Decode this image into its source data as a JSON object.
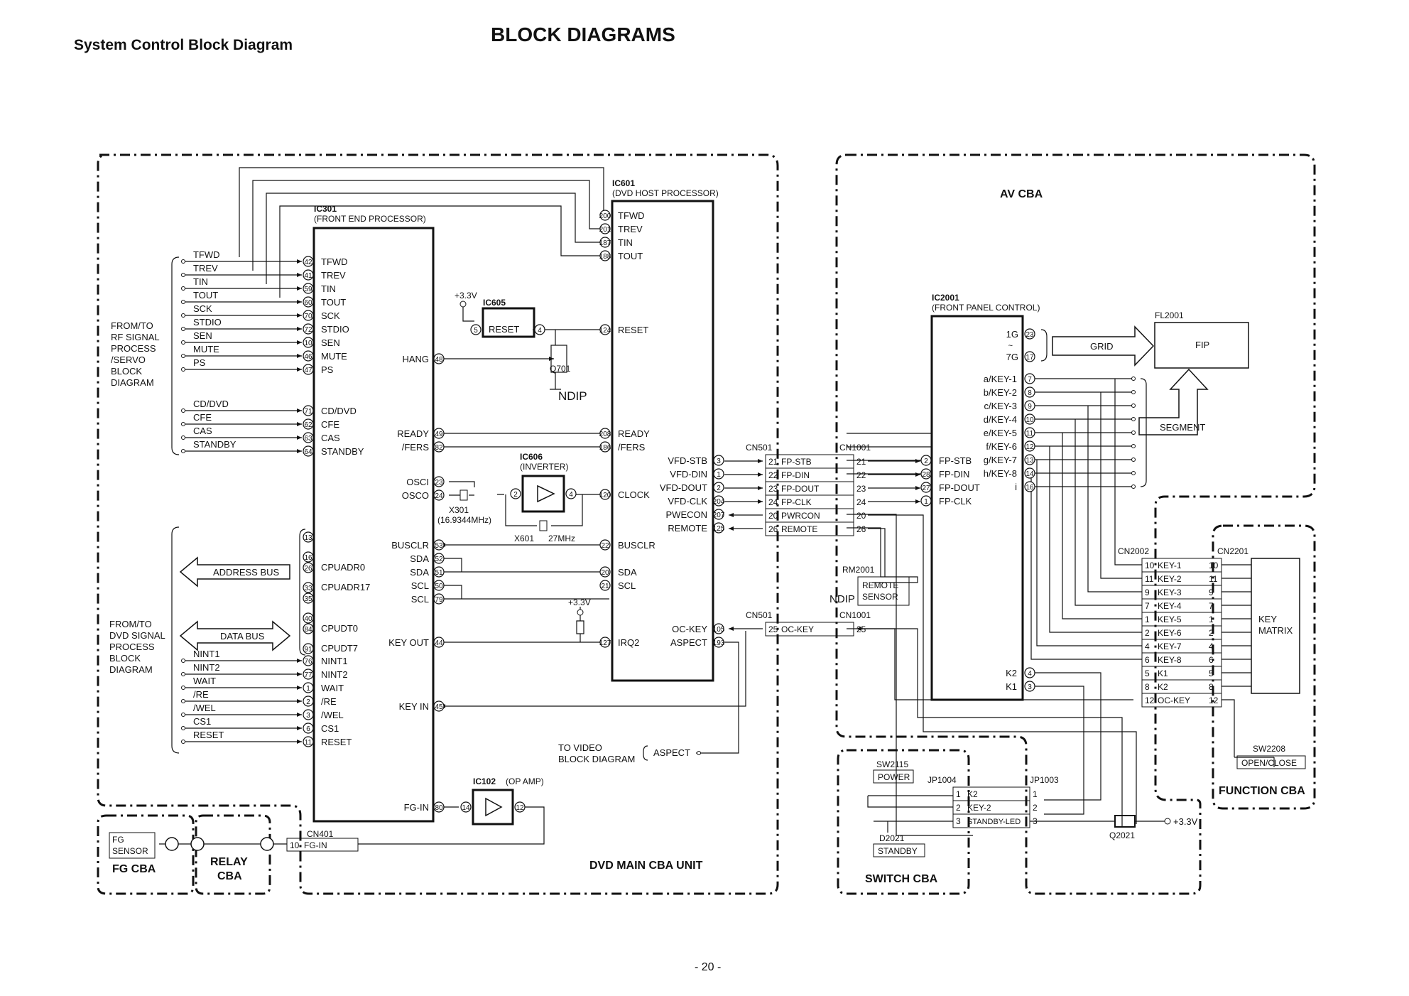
{
  "header": {
    "section_title": "System Control Block Diagram",
    "main_title": "BLOCK DIAGRAMS",
    "page_number": "- 20 -"
  },
  "boards": {
    "dvd_main": "DVD MAIN CBA UNIT",
    "av": "AV CBA",
    "fg": "FG CBA",
    "relay": "RELAY CBA",
    "switch": "SWITCH CBA",
    "function": "FUNCTION CBA"
  },
  "notes": {
    "rf_group": [
      "FROM/TO",
      "RF SIGNAL",
      "PROCESS",
      "/SERVO",
      "BLOCK",
      "DIAGRAM"
    ],
    "dvd_group": [
      "FROM/TO",
      "DVD SIGNAL",
      "PROCESS",
      "BLOCK",
      "DIAGRAM"
    ],
    "video_group": [
      "TO VIDEO",
      "BLOCK DIAGRAM"
    ],
    "address_bus": "ADDRESS BUS",
    "data_bus": "DATA BUS",
    "grid": "GRID",
    "segment": "SEGMENT",
    "watermark": "NDIP"
  },
  "ic301": {
    "ref": "IC301",
    "name": "(FRONT END PROCESSOR)",
    "pins_left": [
      {
        "pin": "42",
        "label": "TFWD",
        "ext": "TFWD"
      },
      {
        "pin": "41",
        "label": "TREV",
        "ext": "TREV"
      },
      {
        "pin": "59",
        "label": "TIN",
        "ext": "TIN"
      },
      {
        "pin": "60",
        "label": "TOUT",
        "ext": "TOUT"
      },
      {
        "pin": "70",
        "label": "SCK",
        "ext": "SCK"
      },
      {
        "pin": "72",
        "label": "STDIO",
        "ext": "STDIO"
      },
      {
        "pin": "10",
        "label": "SEN",
        "ext": "SEN"
      },
      {
        "pin": "46",
        "label": "MUTE",
        "ext": "MUTE"
      },
      {
        "pin": "47",
        "label": "PS",
        "ext": "PS"
      },
      {
        "pin": "71",
        "label": "CD/DVD",
        "ext": "CD/DVD"
      },
      {
        "pin": "62",
        "label": "CFE",
        "ext": "CFE"
      },
      {
        "pin": "63",
        "label": "CAS",
        "ext": "CAS"
      },
      {
        "pin": "64",
        "label": "STANDBY",
        "ext": "STANDBY"
      },
      {
        "pin": "76",
        "label": "NINT1",
        "ext": "NINT1"
      },
      {
        "pin": "77",
        "label": "NINT2",
        "ext": "NINT2"
      },
      {
        "pin": "1",
        "label": "WAIT",
        "ext": "WAIT"
      },
      {
        "pin": "2",
        "label": "/RE",
        "ext": "/RE"
      },
      {
        "pin": "3",
        "label": "/WEL",
        "ext": "/WEL"
      },
      {
        "pin": "6",
        "label": "CS1",
        "ext": "CS1"
      },
      {
        "pin": "11",
        "label": "RESET",
        "ext": "RESET"
      }
    ],
    "addr_pins": [
      "13",
      "16",
      "26",
      "33",
      "35",
      "40"
    ],
    "addr_labels": [
      "CPUADR0",
      "CPUADR17"
    ],
    "data_pins": [
      "84",
      "91"
    ],
    "data_labels": [
      "CPUDT0",
      "CPUDT7"
    ],
    "pins_right": [
      {
        "pin": "48",
        "label": "HANG"
      },
      {
        "pin": "49",
        "label": "READY"
      },
      {
        "pin": "82",
        "label": "/FERS"
      },
      {
        "pin": "23",
        "label": "OSCI"
      },
      {
        "pin": "24",
        "label": "OSCO"
      },
      {
        "pin": "53",
        "label": "BUSCLR"
      },
      {
        "pin": "52",
        "label": "SDA"
      },
      {
        "pin": "51",
        "label": "SDA"
      },
      {
        "pin": "50",
        "label": "SCL"
      },
      {
        "pin": "79",
        "label": "SCL"
      },
      {
        "pin": "44",
        "label": "KEY  OUT"
      },
      {
        "pin": "45",
        "label": "KEY  IN"
      },
      {
        "pin": "80",
        "label": "FG-IN"
      }
    ]
  },
  "ic601": {
    "ref": "IC601",
    "name": "(DVD HOST PROCESSOR)",
    "pins_left": [
      {
        "pin": "200",
        "label": "TFWD"
      },
      {
        "pin": "201",
        "label": "TREV"
      },
      {
        "pin": "187",
        "label": "TIN"
      },
      {
        "pin": "188",
        "label": "TOUT"
      },
      {
        "pin": "124",
        "label": "RESET"
      },
      {
        "pin": "208",
        "label": "READY"
      },
      {
        "pin": "186",
        "label": "/FERS"
      },
      {
        "pin": "120",
        "label": "CLOCK"
      },
      {
        "pin": "22",
        "label": "BUSCLR"
      },
      {
        "pin": "20",
        "label": "SDA"
      },
      {
        "pin": "21",
        "label": "SCL"
      },
      {
        "pin": "127",
        "label": "IRQ2"
      }
    ],
    "pins_right": [
      {
        "pin": "3",
        "label": "VFD-STB"
      },
      {
        "pin": "1",
        "label": "VFD-DIN"
      },
      {
        "pin": "2",
        "label": "VFD-DOUT"
      },
      {
        "pin": "204",
        "label": "VFD-CLK"
      },
      {
        "pin": "207",
        "label": "PWECON"
      },
      {
        "pin": "125",
        "label": "REMOTE"
      },
      {
        "pin": "105",
        "label": "OC-KEY"
      },
      {
        "pin": "193",
        "label": "ASPECT"
      }
    ]
  },
  "ic605": {
    "ref": "IC605",
    "label": "RESET",
    "pin_in": "5",
    "pin_out": "4",
    "supply": "+3.3V"
  },
  "ic606": {
    "ref": "IC606",
    "name": "(INVERTER)",
    "pin_in": "2",
    "pin_out": "4"
  },
  "ic102": {
    "ref": "IC102",
    "name": "(OP AMP)",
    "pin_in": "14",
    "pin_out": "12"
  },
  "parts": {
    "q701": "Q701",
    "x301": "X301",
    "x301_freq": "(16.9344MHz)",
    "x601": "X601",
    "x601_freq": "27MHz",
    "supply_3v3": "+3.3V",
    "aspect": "ASPECT",
    "rm2001": "RM2001",
    "remote_sensor": [
      "REMOTE",
      "SENSOR"
    ],
    "fl2001": "FL2001",
    "fip": "FIP",
    "key_matrix": [
      "KEY",
      "MATRIX"
    ],
    "sw2208": "SW2208",
    "open_close": "OPEN/CLOSE",
    "sw2115": "SW2115",
    "power": "POWER",
    "d2021": "D2021",
    "standby": "STANDBY",
    "q2021": "Q2021",
    "fg_sensor": [
      "FG",
      "SENSOR"
    ],
    "cn401": "CN401",
    "cn401_pin": "10",
    "cn401_label": "FG-IN"
  },
  "cn501_top": {
    "ref": "CN501",
    "rows": [
      {
        "pin": "21",
        "label": "FP-STB"
      },
      {
        "pin": "22",
        "label": "FP-DIN"
      },
      {
        "pin": "23",
        "label": "FP-DOUT"
      },
      {
        "pin": "24",
        "label": "FP-CLK"
      },
      {
        "pin": "20",
        "label": "PWRCON"
      },
      {
        "pin": "26",
        "label": "REMOTE"
      }
    ]
  },
  "cn1001_top": {
    "ref": "CN1001",
    "pins": [
      "21",
      "22",
      "23",
      "24",
      "20",
      "26"
    ]
  },
  "cn501_bottom": {
    "ref": "CN501",
    "rows": [
      {
        "pin": "25",
        "label": "OC-KEY"
      }
    ]
  },
  "cn1001_bottom": {
    "ref": "CN1001",
    "pins": [
      "25"
    ]
  },
  "ic2001": {
    "ref": "IC2001",
    "name": "(FRONT PANEL CONTROL)",
    "pins_left": [
      {
        "pin": "2",
        "label": "FP-STB"
      },
      {
        "pin": "28",
        "label": "FP-DIN"
      },
      {
        "pin": "27",
        "label": "FP-DOUT"
      },
      {
        "pin": "1",
        "label": "FP-CLK"
      }
    ],
    "grid_pins": [
      {
        "pin": "23",
        "label": "1G"
      },
      {
        "pin": "17",
        "label": "7G"
      }
    ],
    "pins_right": [
      {
        "pin": "7",
        "label": "a/KEY-1"
      },
      {
        "pin": "8",
        "label": "b/KEY-2"
      },
      {
        "pin": "9",
        "label": "c/KEY-3"
      },
      {
        "pin": "10",
        "label": "d/KEY-4"
      },
      {
        "pin": "11",
        "label": "e/KEY-5"
      },
      {
        "pin": "12",
        "label": "f/KEY-6"
      },
      {
        "pin": "13",
        "label": "g/KEY-7"
      },
      {
        "pin": "14",
        "label": "h/KEY-8"
      },
      {
        "pin": "16",
        "label": "i"
      }
    ],
    "key_pins": [
      {
        "pin": "4",
        "label": "K2"
      },
      {
        "pin": "3",
        "label": "K1"
      }
    ]
  },
  "cn2002": {
    "ref": "CN2002",
    "rows": [
      {
        "pin": "10",
        "label": "KEY-1"
      },
      {
        "pin": "11",
        "label": "KEY-2"
      },
      {
        "pin": "9",
        "label": "KEY-3"
      },
      {
        "pin": "7",
        "label": "KEY-4"
      },
      {
        "pin": "1",
        "label": "KEY-5"
      },
      {
        "pin": "2",
        "label": "KEY-6"
      },
      {
        "pin": "4",
        "label": "KEY-7"
      },
      {
        "pin": "6",
        "label": "KEY-8"
      },
      {
        "pin": "5",
        "label": "K1"
      },
      {
        "pin": "8",
        "label": "K2"
      },
      {
        "pin": "12",
        "label": "OC-KEY"
      }
    ]
  },
  "cn2201": {
    "ref": "CN2201",
    "pins": [
      "10",
      "11",
      "9",
      "7",
      "1",
      "2",
      "4",
      "6",
      "5",
      "8",
      "12"
    ]
  },
  "jp1004": {
    "ref": "JP1004",
    "rows": [
      {
        "pin": "1",
        "label": "K2"
      },
      {
        "pin": "2",
        "label": "KEY-2"
      },
      {
        "pin": "3",
        "label": "STANDBY-LED"
      }
    ]
  },
  "jp1003": {
    "ref": "JP1003",
    "pins": [
      "1",
      "2",
      "3"
    ]
  }
}
